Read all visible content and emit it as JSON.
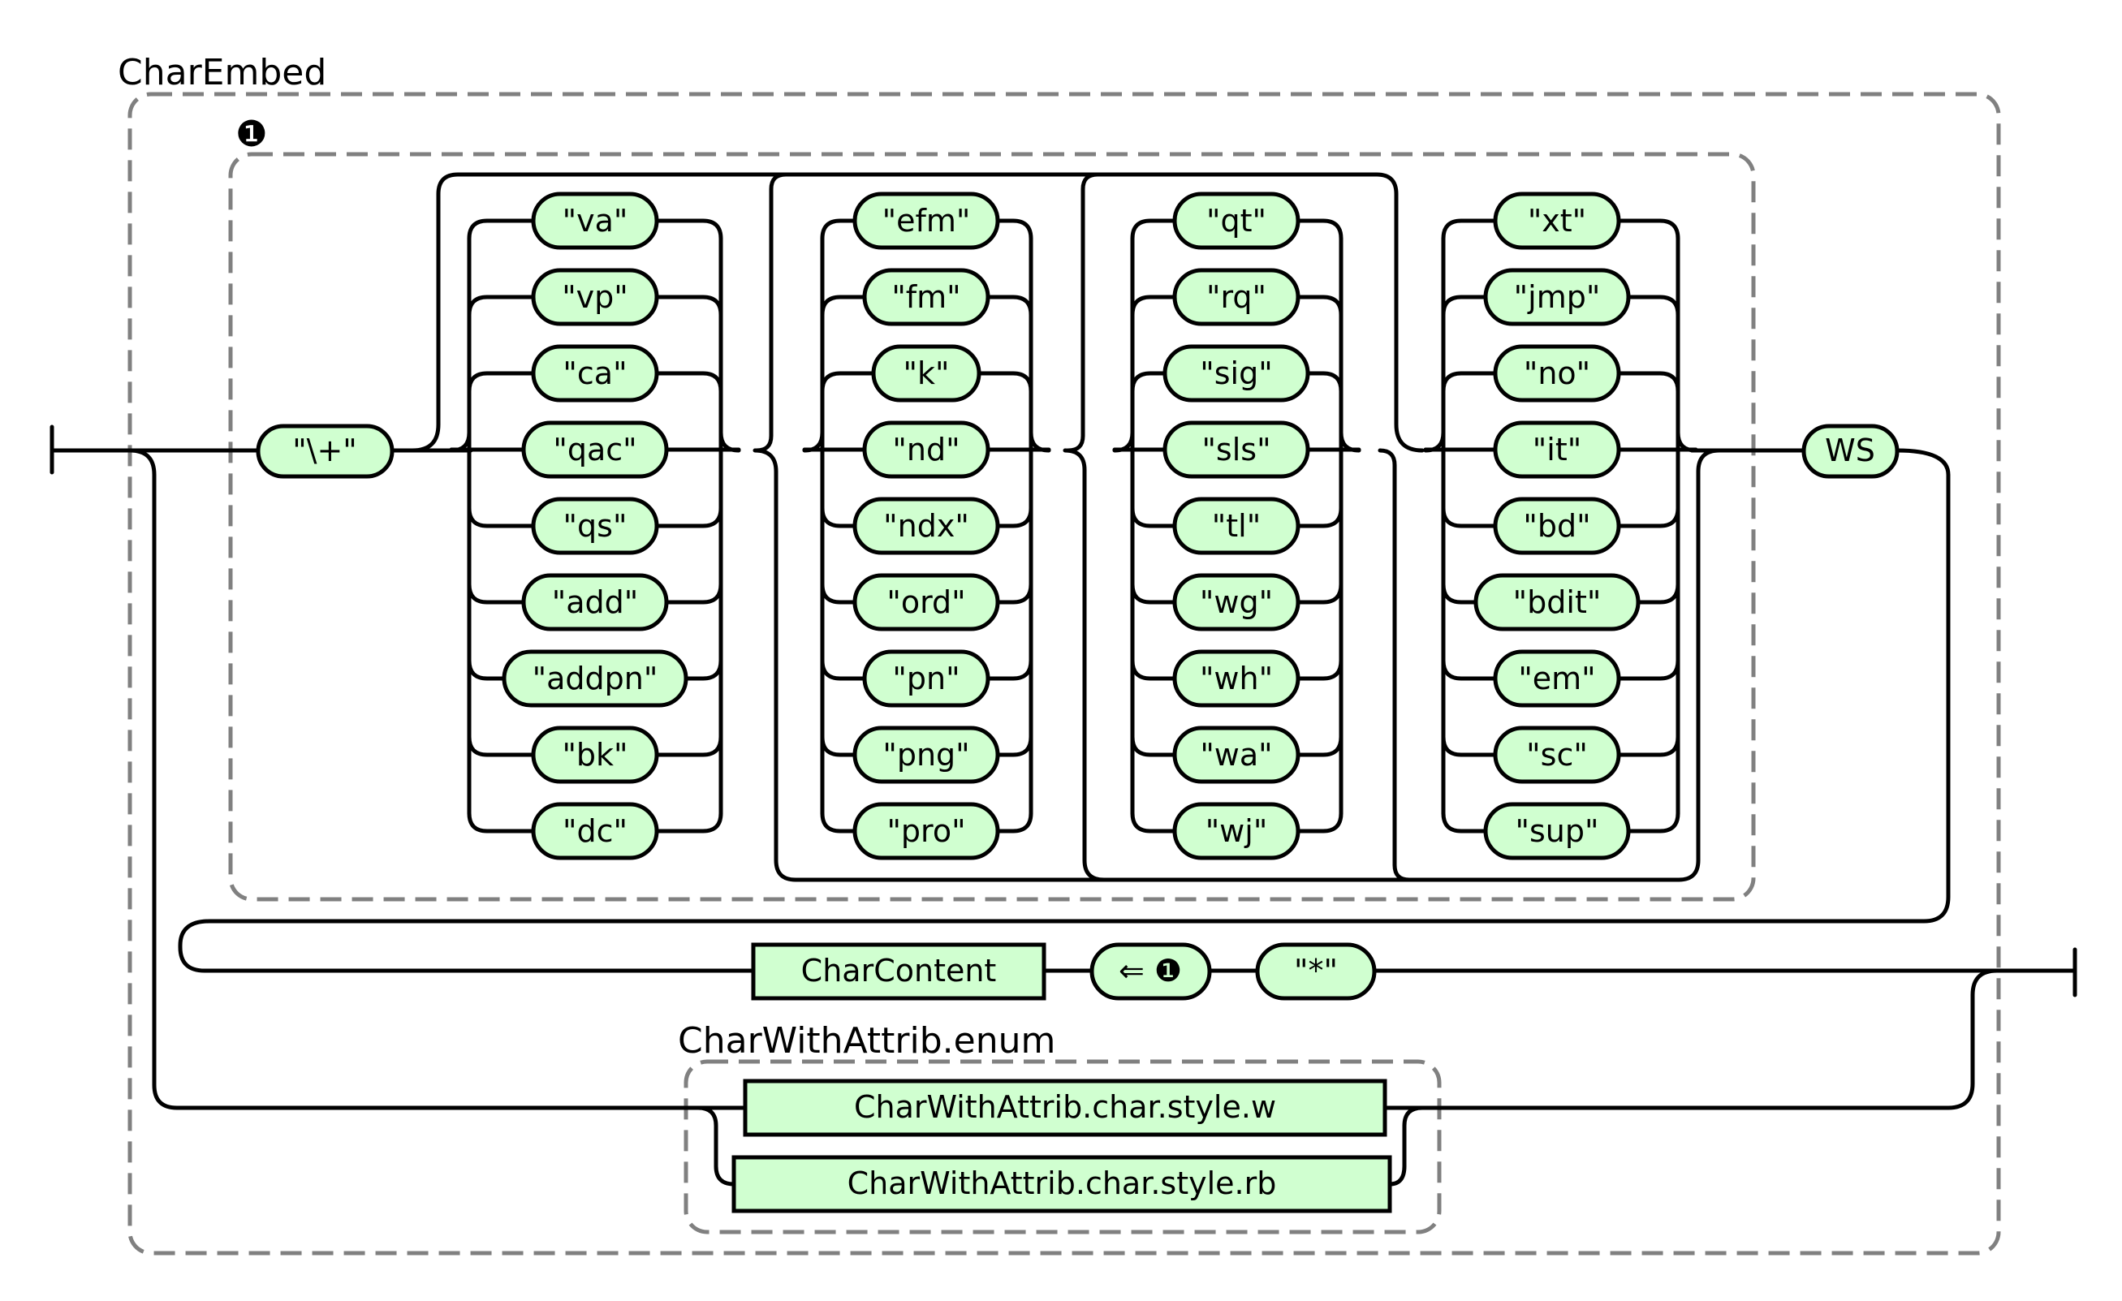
{
  "rule_name": "CharEmbed",
  "group_marker": "❶",
  "start_terminal": "\"\\+\"",
  "columns": [
    [
      "\"va\"",
      "\"vp\"",
      "\"ca\"",
      "\"qac\"",
      "\"qs\"",
      "\"add\"",
      "\"addpn\"",
      "\"bk\"",
      "\"dc\""
    ],
    [
      "\"efm\"",
      "\"fm\"",
      "\"k\"",
      "\"nd\"",
      "\"ndx\"",
      "\"ord\"",
      "\"pn\"",
      "\"png\"",
      "\"pro\""
    ],
    [
      "\"qt\"",
      "\"rq\"",
      "\"sig\"",
      "\"sls\"",
      "\"tl\"",
      "\"wg\"",
      "\"wh\"",
      "\"wa\"",
      "\"wj\""
    ],
    [
      "\"xt\"",
      "\"jmp\"",
      "\"no\"",
      "\"it\"",
      "\"bd\"",
      "\"bdit\"",
      "\"em\"",
      "\"sc\"",
      "\"sup\""
    ]
  ],
  "ws_label": "WS",
  "content_label": "CharContent",
  "backref_label": "⇐ ❶",
  "end_terminal": "\"*\"",
  "enum_group": {
    "title": "CharWithAttrib.enum",
    "items": [
      "CharWithAttrib.char.style.w",
      "CharWithAttrib.char.style.rb"
    ]
  },
  "colors": {
    "box_fill": "#d0ffd0",
    "group_border": "#808080",
    "line": "#000000"
  }
}
